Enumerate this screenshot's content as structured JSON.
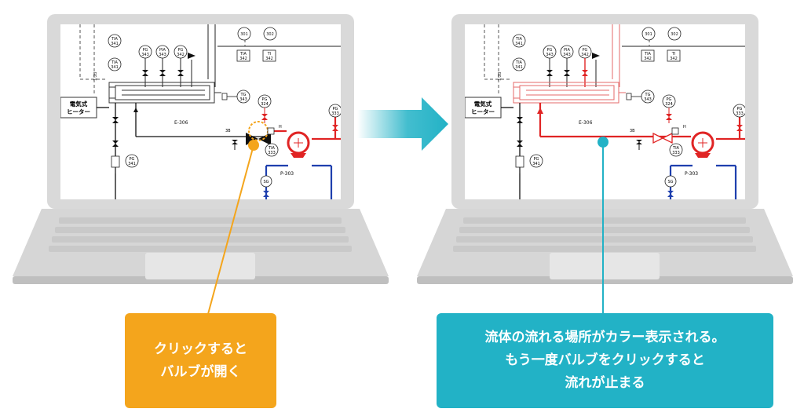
{
  "diagram_labels": {
    "heater": [
      "電気式",
      "ヒーター"
    ],
    "exchanger": "E-306",
    "pump": "P-303",
    "line_small": "1/2B",
    "line_3b": "3B"
  },
  "instruments": {
    "tia341": [
      "TIA",
      "341"
    ],
    "pg341": [
      "PG",
      "341"
    ],
    "pg343": [
      "PG",
      "343"
    ],
    "pia343": [
      "PIA",
      "343"
    ],
    "pg342": [
      "PG",
      "342"
    ],
    "tg343": [
      "TG",
      "343"
    ],
    "pg324": [
      "PG",
      "324"
    ],
    "pg333": [
      "PG",
      "333"
    ],
    "tia333": [
      "TIA",
      "333"
    ],
    "sg": [
      "SG",
      ""
    ],
    "tia342": [
      "TIA",
      "342"
    ],
    "ti342": [
      "TI",
      "342"
    ],
    "top301": [
      "",
      "301"
    ],
    "top302": [
      "",
      "302"
    ]
  },
  "callouts": {
    "left": [
      "クリックすると",
      "バルブが開く"
    ],
    "right": [
      "流体の流れる場所がカラー表示される。",
      "もう一度バルブをクリックすると",
      "流れが止まる"
    ]
  },
  "colors": {
    "callout_left": "#f4a51c",
    "callout_right": "#22b2c6",
    "flow_red": "#e02424",
    "flow_blue": "#1e3fae",
    "arrow_cyan": "#22b2c6",
    "laptop_gray": "#d9d9d9"
  }
}
